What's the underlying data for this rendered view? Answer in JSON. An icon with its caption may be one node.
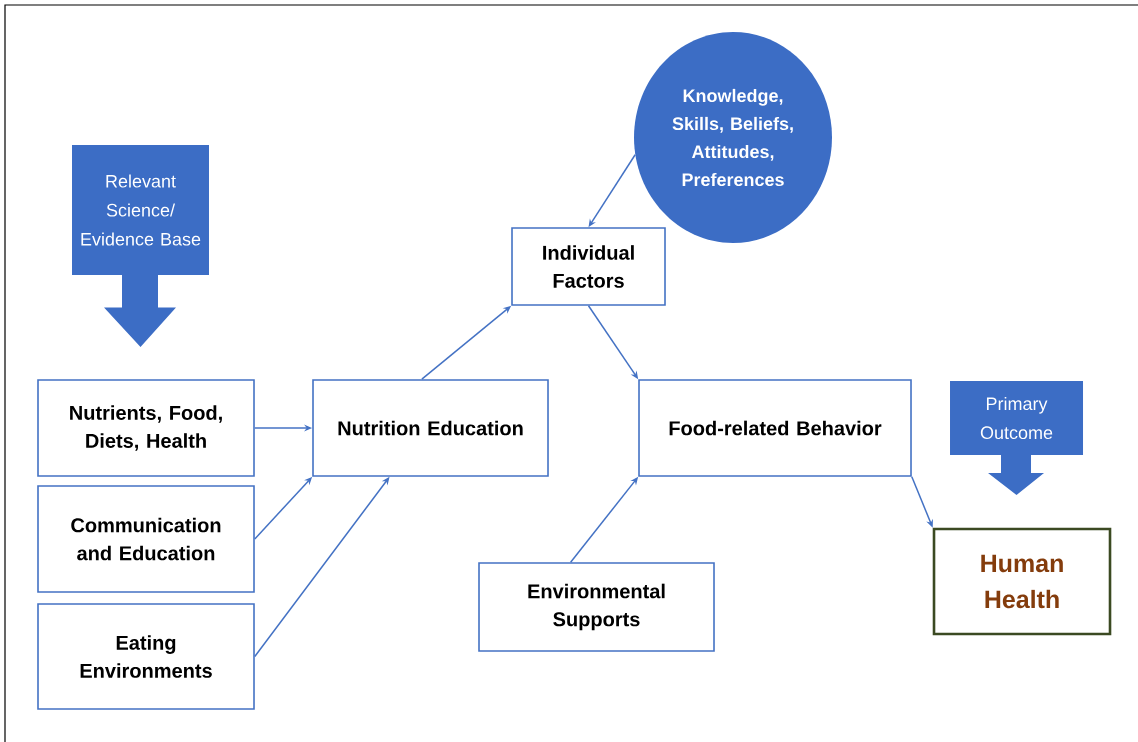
{
  "diagram": {
    "nodes": [
      {
        "text": [
          "Relevant Science/ Evidence Base"
        ]
      },
      {
        "text": [
          "Knowledge, Skills, Beliefs, Attitudes, Preferences"
        ]
      },
      {
        "text": [
          "Individual Factors"
        ]
      },
      {
        "text": [
          "Nutrients, Food, Diets, Health"
        ]
      },
      {
        "text": [
          "Nutrition Education"
        ]
      },
      {
        "text": [
          "Food-related Behavior"
        ]
      },
      {
        "text": [
          "Primary Outcome"
        ]
      },
      {
        "text": [
          "Communication and Education"
        ]
      },
      {
        "text": [
          "Eating Environments"
        ]
      },
      {
        "text": [
          "Environmental Supports"
        ]
      },
      {
        "text": [
          "Human Health"
        ]
      }
    ],
    "edges": [
      {
        "from": 3,
        "to": 4,
        "arrow": "to"
      },
      {
        "from": 7,
        "to": 4,
        "arrow": "to"
      },
      {
        "from": 8,
        "to": 4,
        "arrow": "to"
      },
      {
        "from": 4,
        "to": 2,
        "arrow": "to"
      },
      {
        "from": 1,
        "to": 2,
        "arrow": "to"
      },
      {
        "from": 2,
        "to": 5,
        "arrow": "to"
      },
      {
        "from": 9,
        "to": 5,
        "arrow": "to"
      },
      {
        "from": 5,
        "to": 10,
        "arrow": "to"
      }
    ]
  }
}
